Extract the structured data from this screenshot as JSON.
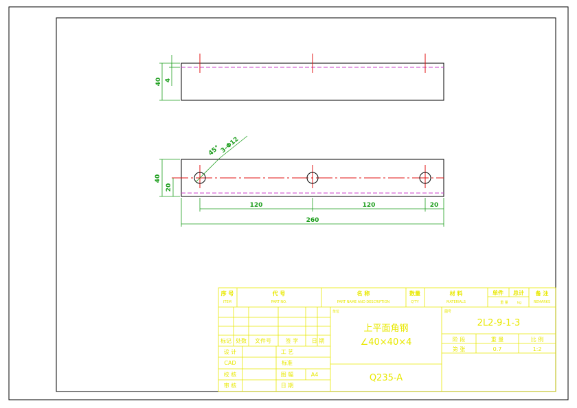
{
  "drawing": {
    "top_view": {
      "dim_total_height": "40",
      "dim_offset": "4"
    },
    "front_view": {
      "dim_height": "40",
      "dim_hole_height": "20",
      "hole_callout_count": "3-Φ12",
      "hole_callout_angle": "45°",
      "dim_spacing_1": "120",
      "dim_spacing_2": "120",
      "dim_end": "20",
      "dim_overall": "260"
    }
  },
  "title_block": {
    "header": {
      "item_no": "序 号",
      "item_no_en": "ITEM",
      "code": "代 号",
      "code_en": "PART NO.",
      "name": "名 称",
      "name_en": "PART NAME AND DESCRIPTION",
      "qty": "数量",
      "qty_en": "Q'TY",
      "material": "材 料",
      "material_en": "MATERIALS",
      "single": "单件",
      "total": "总计",
      "weight": "重 量",
      "weight_unit": "kg",
      "remarks": "备 注",
      "remarks_en": "REMARKS"
    },
    "rev_row": {
      "mark": "标记",
      "count": "处数",
      "doc_no": "文件号",
      "sign": "签 字",
      "date": "日 期"
    },
    "roles": {
      "design": "设 计",
      "cad": "CAD",
      "check": "校 核",
      "review": "审 核",
      "process": "工 艺",
      "standard": "标准",
      "drawing_size": "图 幅",
      "date": "日 期"
    },
    "drawing_size_value": "A4",
    "unit_label": "单位",
    "part_name_line1": "上平面角钢",
    "part_name_line2": "∠40×40×4",
    "material_value": "Q235-A",
    "drawing_no_label": "图号",
    "drawing_no": "2L2-9-1-3",
    "stage_label": "阶 段",
    "weight_label": "重 量",
    "scale_label": "比 例",
    "sheet_label": "第 张",
    "weight_value": "0.7",
    "scale_value": "1:2"
  }
}
